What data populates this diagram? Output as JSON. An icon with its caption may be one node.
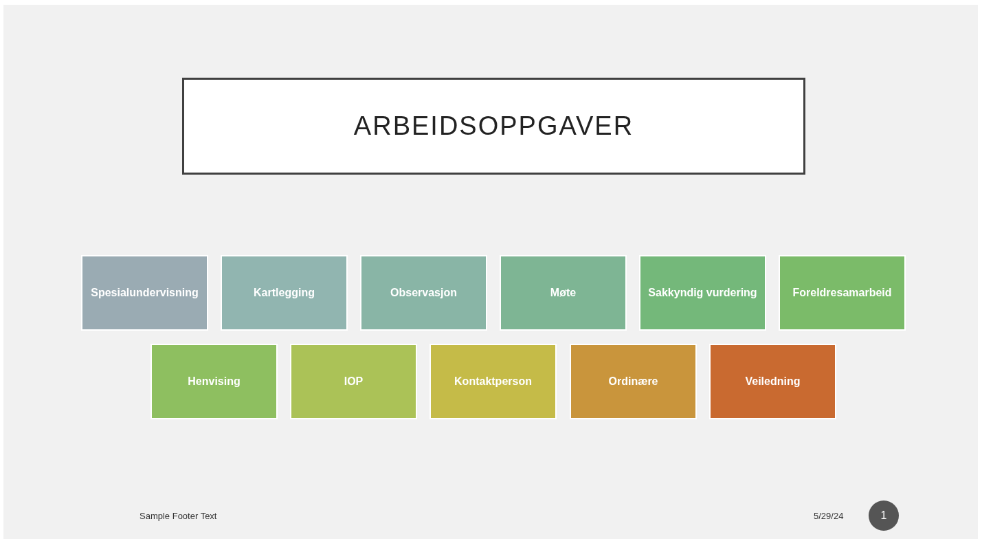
{
  "diagram": {
    "title": "ARBEIDSOPPGAVER",
    "nodes": [
      {
        "text": [
          "Spesialundervisning"
        ]
      },
      {
        "text": [
          "Kartlegging"
        ]
      },
      {
        "text": [
          "Observasjon"
        ]
      },
      {
        "text": [
          "Møte"
        ]
      },
      {
        "text": [
          "Sakkyndig vurdering"
        ]
      },
      {
        "text": [
          "Foreldresamarbeid"
        ]
      },
      {
        "text": [
          "Henvising"
        ]
      },
      {
        "text": [
          "IOP"
        ]
      },
      {
        "text": [
          "Kontaktperson"
        ]
      },
      {
        "text": [
          "Ordinære"
        ]
      },
      {
        "text": [
          "Veiledning"
        ]
      }
    ],
    "labels": [
      "Sample Footer Text",
      "5/29/24",
      "1"
    ]
  }
}
